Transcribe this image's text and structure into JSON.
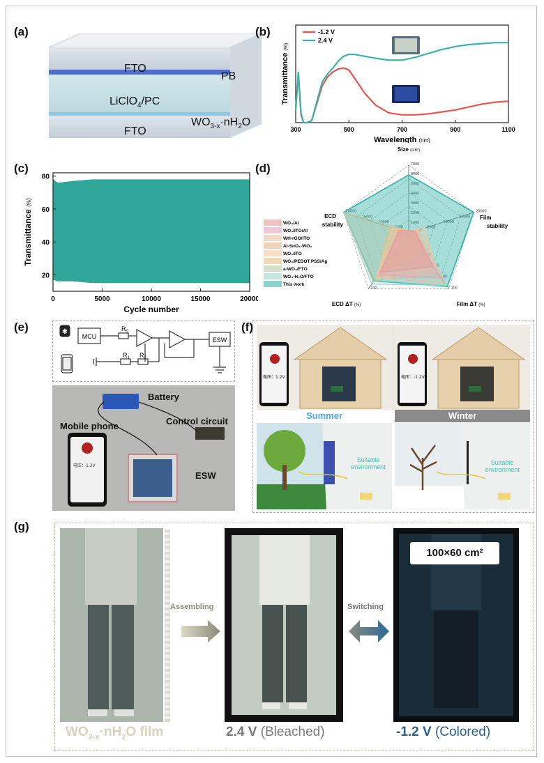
{
  "panels": {
    "a": "(a)",
    "b": "(b)",
    "c": "(c)",
    "d": "(d)",
    "e": "(e)",
    "f": "(f)",
    "g": "(g)"
  },
  "panel_a": {
    "fto_top": "FTO",
    "pb": "PB",
    "electrolyte": "LiClO",
    "electrolyte_sub": "4",
    "electrolyte_tail": "/PC",
    "wo3_main": "WO",
    "wo3_sub": "3-x",
    "wo3_tail": "·nH",
    "wo3_sub2": "2",
    "wo3_end": "O",
    "fto_bottom": "FTO"
  },
  "panel_e": {
    "mcu": "MCU",
    "r0": "R",
    "r0_sub": "0",
    "r1": "R",
    "r1_sub": "1",
    "r2": "R",
    "r2_sub": "2",
    "esw_box": "ESW",
    "battery": "Battery",
    "control": "Control circuit",
    "phone": "Mobile phone",
    "esw": "ESW",
    "screen_text": "电压：1.2V"
  },
  "panel_f": {
    "summer": "Summer",
    "winter": "Winter",
    "suitable1": "Suitable environment",
    "suitable2": "Suitable environment",
    "phone1": "电压：1.2V",
    "phone2": "电压：-1.2V"
  },
  "panel_g": {
    "area": "100×60 cm²",
    "assembling": "Assembling",
    "switching": "Switching",
    "film_main": "WO",
    "film_sub": "3-x",
    "film_tail": "·nH",
    "film_sub2": "2",
    "film_end": "O film",
    "bleached_v": "2.4 V",
    "bleached_t": " (Bleached)",
    "colored_v": "-1.2 V",
    "colored_t": " (Colored)"
  },
  "colors": {
    "red": "#e8554e",
    "teal": "#3cb4a8",
    "band": "#2fa89a"
  },
  "chart_data": [
    {
      "type": "line",
      "panel": "b",
      "xlabel": "Wavelength",
      "xunit": "(nm)",
      "ylabel": "Transmittance",
      "yunit": "(%)",
      "xlim": [
        300,
        1100
      ],
      "ylim": [
        0,
        100
      ],
      "xticks": [
        300,
        500,
        700,
        900,
        1100
      ],
      "series": [
        {
          "name": "-1.2 V",
          "color": "#e8554e",
          "x": [
            300,
            310,
            320,
            330,
            340,
            360,
            380,
            400,
            420,
            440,
            460,
            480,
            500,
            520,
            540,
            560,
            600,
            650,
            700,
            750,
            800,
            850,
            900,
            950,
            1000,
            1050,
            1100
          ],
          "y": [
            15,
            50,
            8,
            0,
            0,
            2,
            20,
            38,
            47,
            52,
            55,
            56,
            54,
            46,
            38,
            30,
            18,
            10,
            8,
            8,
            9,
            11,
            13,
            16,
            19,
            21,
            22
          ]
        },
        {
          "name": "2.4 V",
          "color": "#3cb4a8",
          "x": [
            300,
            310,
            320,
            330,
            340,
            360,
            380,
            400,
            420,
            440,
            460,
            480,
            500,
            520,
            540,
            560,
            600,
            650,
            700,
            750,
            800,
            850,
            900,
            950,
            1000,
            1050,
            1100
          ],
          "y": [
            12,
            52,
            10,
            0,
            0,
            2,
            22,
            42,
            50,
            56,
            63,
            68,
            70,
            70,
            69,
            68,
            66,
            64,
            64,
            67,
            71,
            75,
            78,
            80,
            81,
            82,
            82
          ]
        }
      ]
    },
    {
      "type": "area",
      "panel": "c",
      "xlabel": "Cycle number",
      "ylabel": "Transmittance",
      "yunit": "(%)",
      "xlim": [
        0,
        20000
      ],
      "ylim": [
        10,
        82
      ],
      "xticks": [
        0,
        5000,
        10000,
        15000,
        20000
      ],
      "yticks": [
        20,
        40,
        60,
        80
      ],
      "series": [
        {
          "name": "",
          "upper": [
            78,
            76,
            77,
            78,
            78,
            78,
            78,
            78,
            78,
            78,
            78
          ],
          "lower": [
            17,
            16,
            16,
            15,
            15,
            15,
            15,
            15,
            15,
            15,
            15
          ],
          "x": [
            0,
            500,
            2000,
            4000,
            6000,
            8000,
            10000,
            12000,
            14000,
            16000,
            20000
          ]
        }
      ]
    },
    {
      "type": "radar",
      "panel": "d",
      "axes": [
        {
          "label": "Size",
          "unit": "(cm²)",
          "max": 7000,
          "ticks": [
            "1000",
            "2000",
            "3000",
            "4000",
            "5000",
            "6000",
            "7000"
          ]
        },
        {
          "label": "Film stability",
          "unit": "",
          "max": 20000,
          "ticks": [
            "5000",
            "10000",
            "15000",
            "20000"
          ]
        },
        {
          "label": "Film ΔT",
          "unit": "(%)",
          "max": 100,
          "ticks": [
            "20",
            "40",
            "60",
            "80",
            "100"
          ]
        },
        {
          "label": "ECD ΔT",
          "unit": "(%)",
          "max": 100,
          "ticks": [
            "20",
            "40",
            "60",
            "80",
            "100"
          ]
        },
        {
          "label": "ECD stability",
          "unit": "",
          "max": 20000,
          "ticks": [
            "5000",
            "10000",
            "15000",
            "20000"
          ]
        }
      ],
      "series": [
        {
          "name": "WO₃/Al",
          "color": "#e79a9a",
          "values": [
            30,
            2000,
            60,
            70,
            3000
          ]
        },
        {
          "name": "WO₃/ITO/Al",
          "color": "#e3a4b8",
          "values": [
            50,
            1500,
            80,
            75,
            2500
          ]
        },
        {
          "name": "WH-rGO/ITO",
          "color": "#e9c2a4",
          "values": [
            40,
            3000,
            92,
            80,
            4000
          ]
        },
        {
          "name": "Al-SnO₂-WO₃",
          "color": "#e8b48c",
          "values": [
            100,
            1000,
            50,
            60,
            3000
          ]
        },
        {
          "name": "WO₃/ITO",
          "color": "#f0c9a0",
          "values": [
            20,
            5000,
            70,
            82,
            5000
          ]
        },
        {
          "name": "WO₃/PEDOT:PSS/Ag",
          "color": "#e6c17a",
          "values": [
            60,
            2000,
            30,
            78,
            6000
          ]
        },
        {
          "name": "a-WO₃/FTO",
          "color": "#b9c6a8",
          "values": [
            80,
            2500,
            55,
            88,
            20000
          ]
        },
        {
          "name": "WO₃-H₂O/FTO",
          "color": "#9ed4cc",
          "values": [
            100,
            3000,
            94,
            92,
            20000
          ]
        },
        {
          "name": "This work",
          "color": "#3fb5ac",
          "values": [
            6000,
            20000,
            96,
            86,
            20000
          ]
        }
      ]
    }
  ]
}
